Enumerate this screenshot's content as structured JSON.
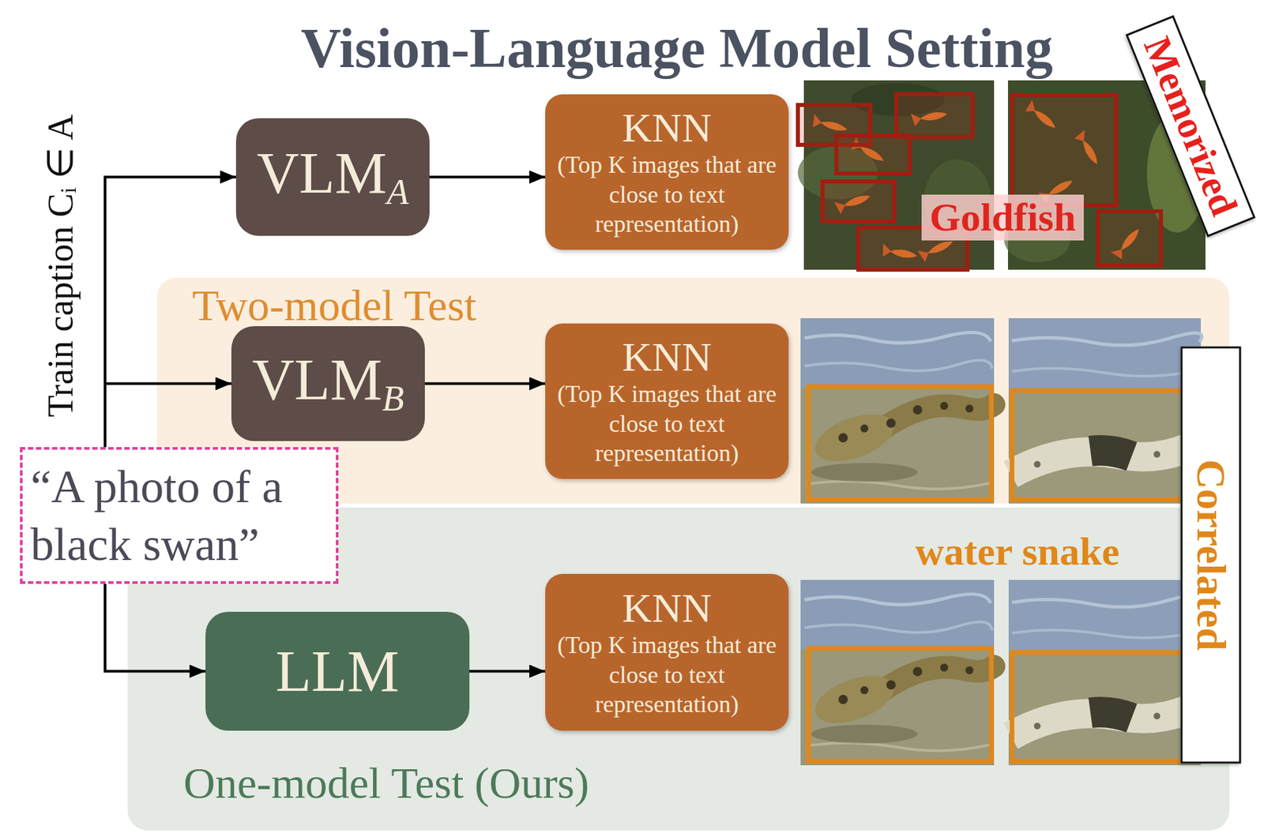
{
  "diagram": {
    "title": "Vision-Language Model Setting",
    "nodes": [
      {
        "text": [
          "VLM",
          "A"
        ]
      },
      {
        "text": [
          "KNN",
          "(Top K images that are close to text representation)"
        ]
      },
      {
        "text": [
          "Memorized"
        ]
      },
      {
        "text": [
          "Two-model Test"
        ]
      },
      {
        "text": [
          "VLM",
          "B"
        ],
        "in": 3
      },
      {
        "text": [
          "KNN",
          "(Top K images that are close to text representation)"
        ],
        "in": 3
      },
      {
        "text": [
          "“A photo of a black swan”"
        ]
      },
      {
        "text": [
          "Correlated"
        ]
      },
      {
        "text": [
          "One-model Test (Ours)"
        ]
      },
      {
        "text": [
          "LLM"
        ],
        "in": 8
      },
      {
        "text": [
          "KNN",
          "(Top K images that are close to text representation)"
        ],
        "in": 8
      }
    ],
    "edges": [
      {
        "from": 6,
        "to": 0,
        "arrow": "to"
      },
      {
        "from": 6,
        "to": 4,
        "arrow": "to"
      },
      {
        "from": 6,
        "to": 9,
        "arrow": "to"
      },
      {
        "from": 0,
        "to": 1,
        "arrow": "to"
      },
      {
        "from": 4,
        "to": 5,
        "arrow": "to"
      },
      {
        "from": 9,
        "to": 10,
        "arrow": "to"
      }
    ],
    "labels": [
      "Train caption Cᵢ ∈ A",
      "Goldfish",
      "water snake"
    ]
  }
}
